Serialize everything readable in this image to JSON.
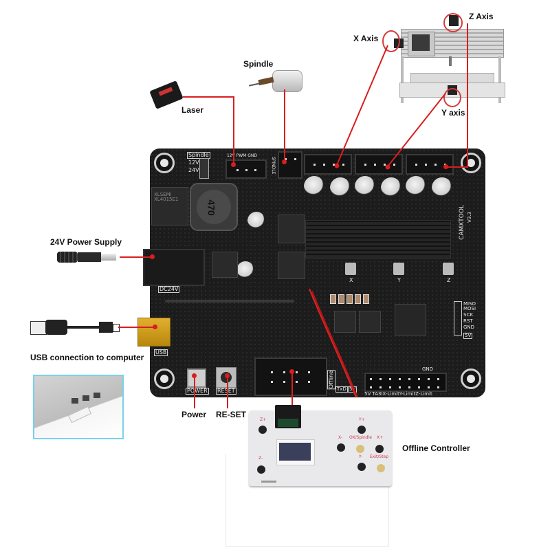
{
  "labels": {
    "z_axis": "Z Axis",
    "x_axis": "X Axis",
    "y_axis": "Y axis",
    "spindle": "Spindle",
    "laser": "Laser",
    "power_supply": "24V Power Supply",
    "usb": "USB connection to computer",
    "power": "Power",
    "reset": "RE-SET",
    "offline_controller": "Offline Controller"
  },
  "board": {
    "brand": "CAMXTOOL",
    "version": "V3.3",
    "silkscreen": {
      "spindle": "Spindle",
      "v12": "12V",
      "v24": "24V",
      "laser_header": "12V PWM GND",
      "spindle_side": "SPINDLE",
      "dc24v": "DC24V",
      "usb": "USB",
      "power": "POWER",
      "reset": "RESET",
      "offline": "Offline",
      "txd": "TxD",
      "v5": "5V",
      "gnd": "GND",
      "limit_row": "5V TA3IX-LimitY-LimitZ-Limit",
      "inductor": "470",
      "reg_chip": "XLSEMI XL4015E1",
      "pot_x": "X",
      "pot_y": "Y",
      "pot_z": "Z",
      "isp": [
        "MISO",
        "MOSI",
        "SCK",
        "RST",
        "GND"
      ],
      "isp_5v": "5V"
    }
  },
  "controller": {
    "buttons": {
      "z_plus": "Z+",
      "z_minus": "Z-",
      "y_plus": "Y+",
      "y_minus": "Y-",
      "x_minus": "X-",
      "x_plus": "X+",
      "ok_spindle": "OK/Spindle",
      "exit_step": "Exit/Step"
    }
  },
  "colors": {
    "connector_line": "#d81e1e",
    "board": "#1c1c1c",
    "controller_label": "#d23a4a"
  }
}
